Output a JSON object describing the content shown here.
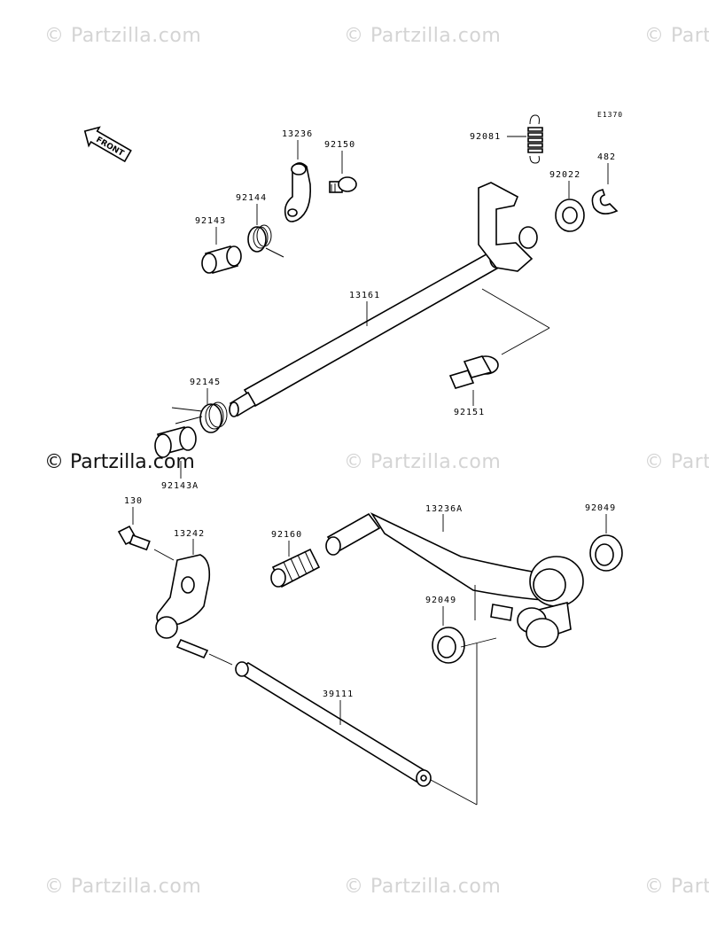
{
  "watermarks": {
    "top_left": "© Partzilla.com",
    "top_center": "© Partzilla.com",
    "top_right": "© Partzilla.com",
    "mid_left": "© Partzilla.com",
    "mid_center": "© Partzilla.com",
    "mid_right": "© Partzilla.com",
    "bottom_left": "© Partzilla.com",
    "bottom_center": "© Partzilla.com",
    "bottom_right": "© Partzilla.com"
  },
  "diagram_code": "E1370",
  "front_arrow_label": "FRONT",
  "parts": {
    "p13236": "13236",
    "p92150": "92150",
    "p92144": "92144",
    "p92143": "92143",
    "p92081": "92081",
    "p482": "482",
    "p92022": "92022",
    "p13161": "13161",
    "p92151": "92151",
    "p92145": "92145",
    "p92143A": "92143A",
    "p130": "130",
    "p13242": "13242",
    "p92160": "92160",
    "p13236A": "13236A",
    "p92049a": "92049",
    "p92049b": "92049",
    "p39111": "39111"
  },
  "colors": {
    "line": "#000000",
    "watermark_light": "#d4d4d4",
    "watermark_dark": "#111111"
  }
}
